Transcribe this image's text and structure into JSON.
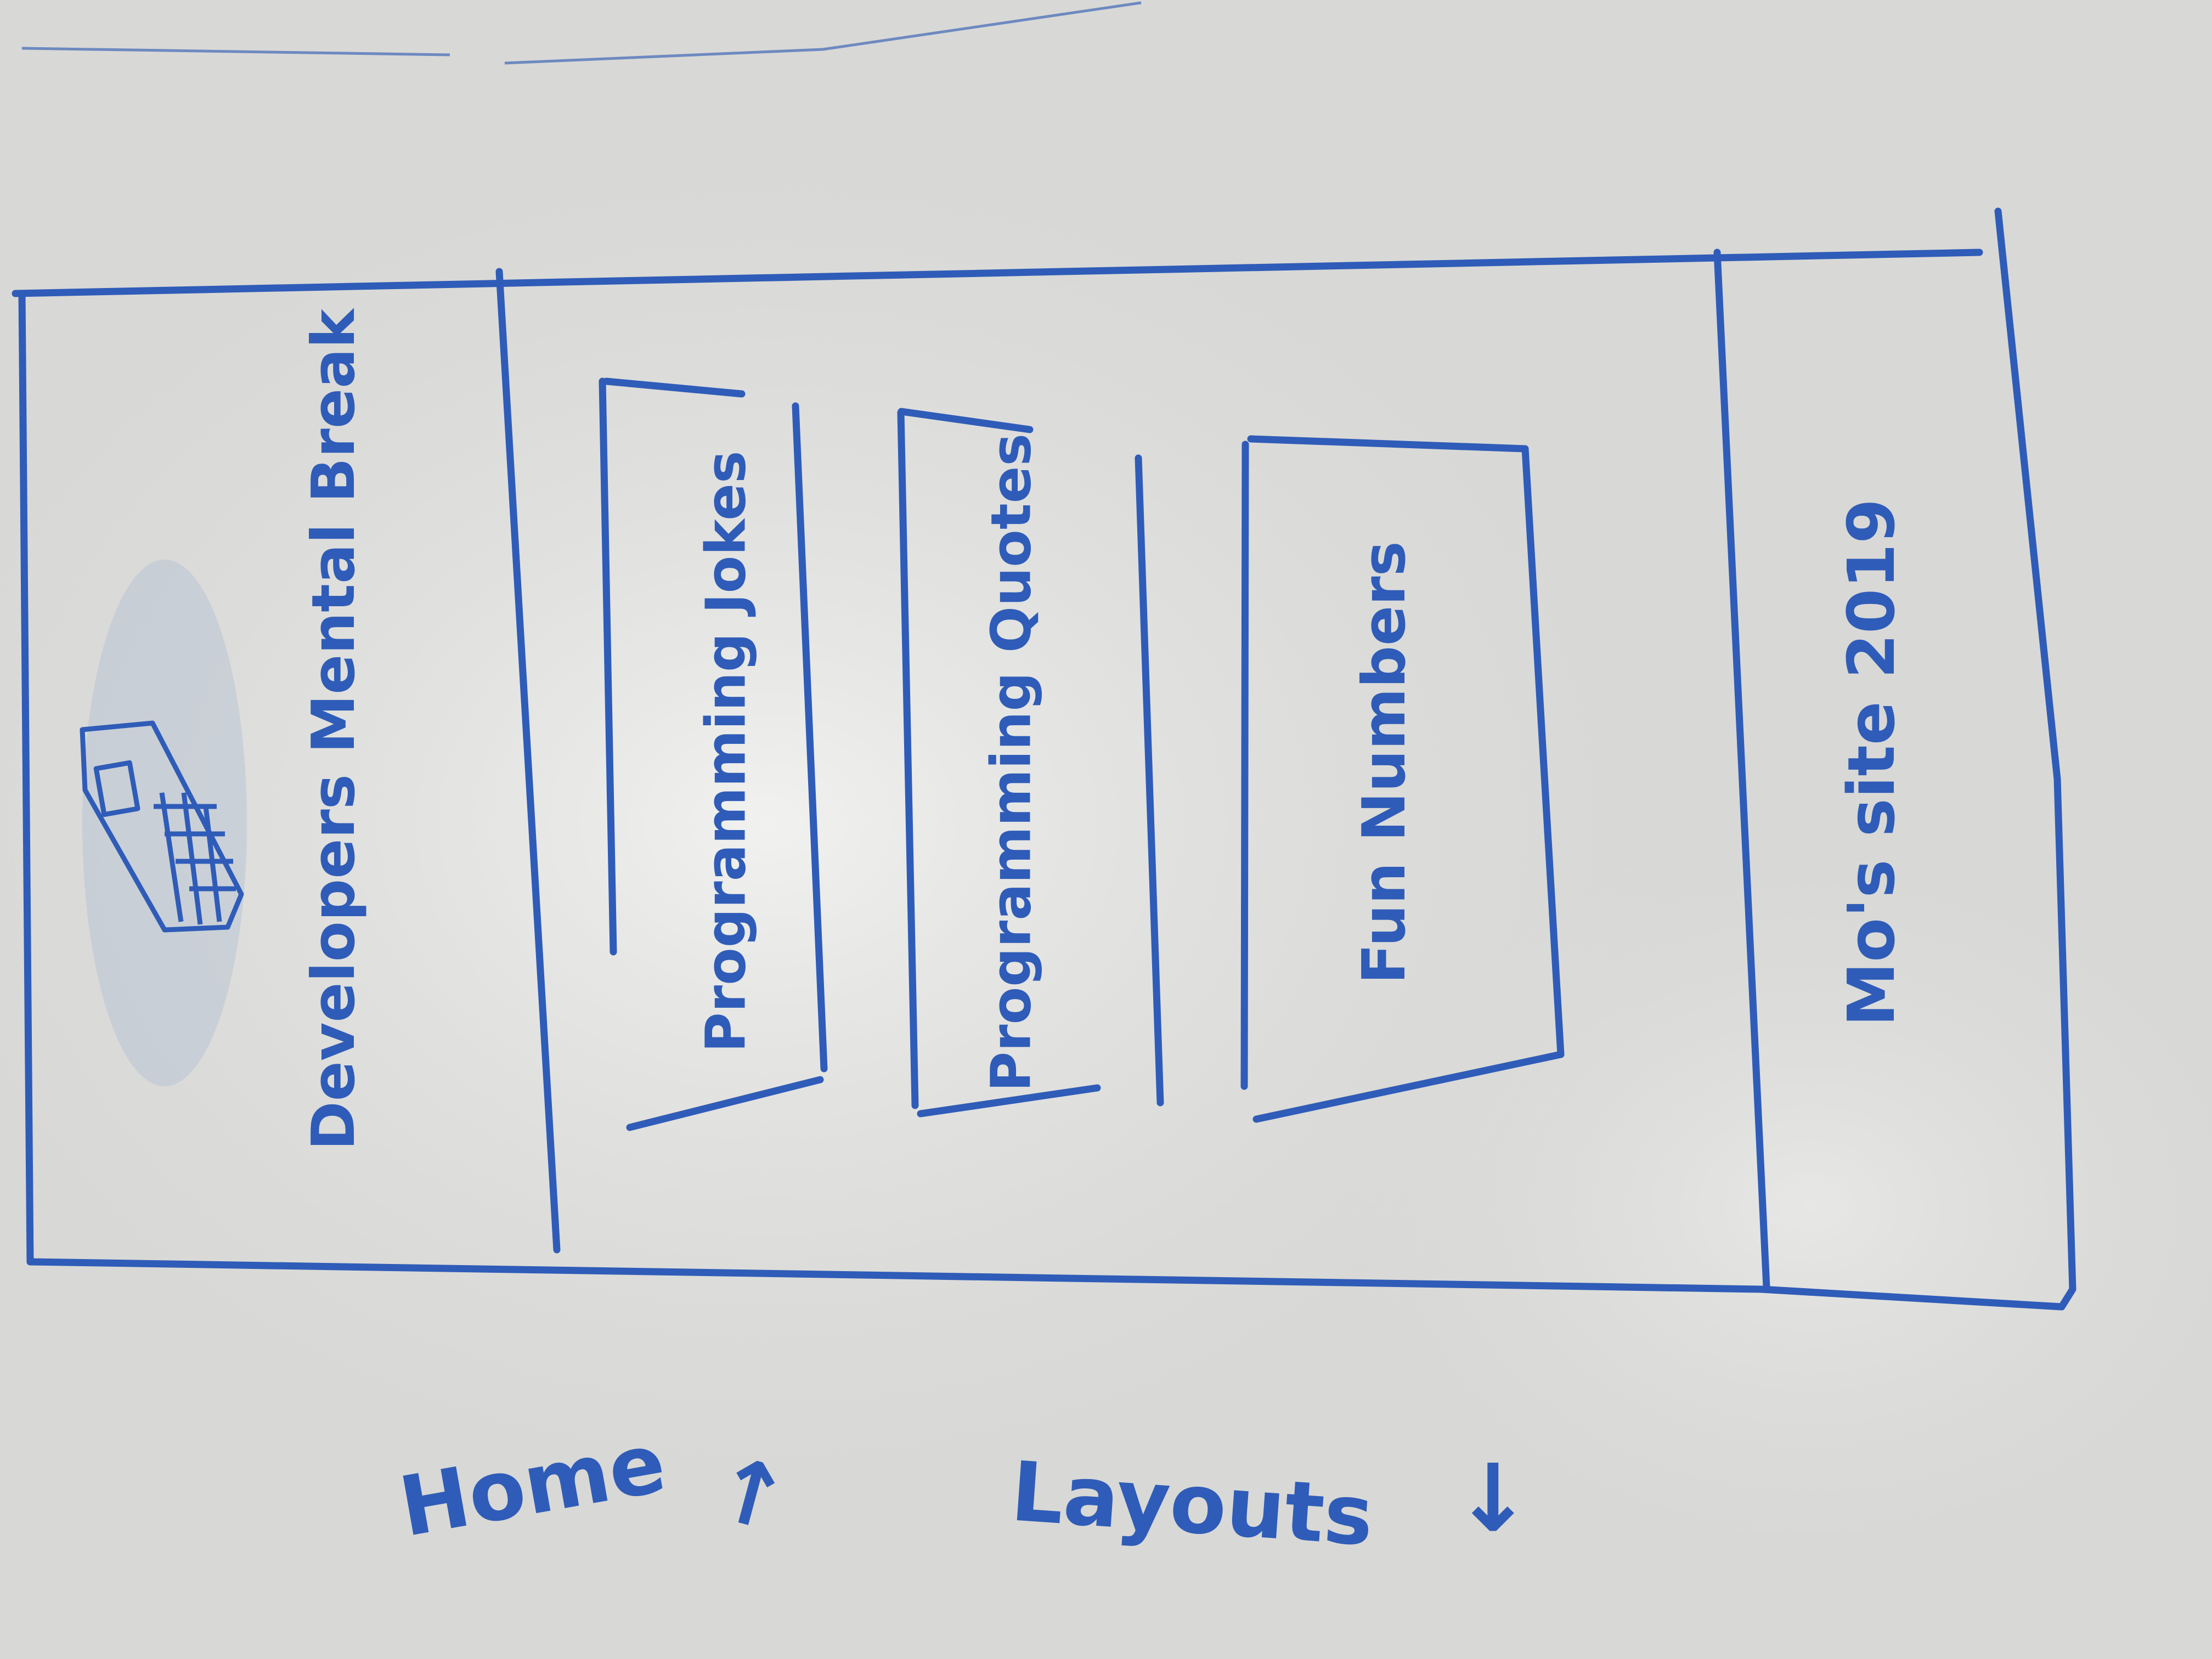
{
  "wireframe": {
    "header": {
      "title": "Developers Mental Break"
    },
    "cards": [
      {
        "label": "Programming Jokes"
      },
      {
        "label": "Programming Quotes"
      },
      {
        "label": "Fun Numbers"
      }
    ],
    "footer": {
      "text": "Mo's site 2019"
    }
  },
  "annotations": {
    "home": "Home",
    "home_arrow": "↑",
    "layouts": "Layouts",
    "layouts_arrow": "↓"
  },
  "icons": {
    "logo": "calculator-icon"
  },
  "colors": {
    "marker": "#2f5cb8",
    "board": "#dcdcda",
    "smudge": "#b9c4d4"
  }
}
